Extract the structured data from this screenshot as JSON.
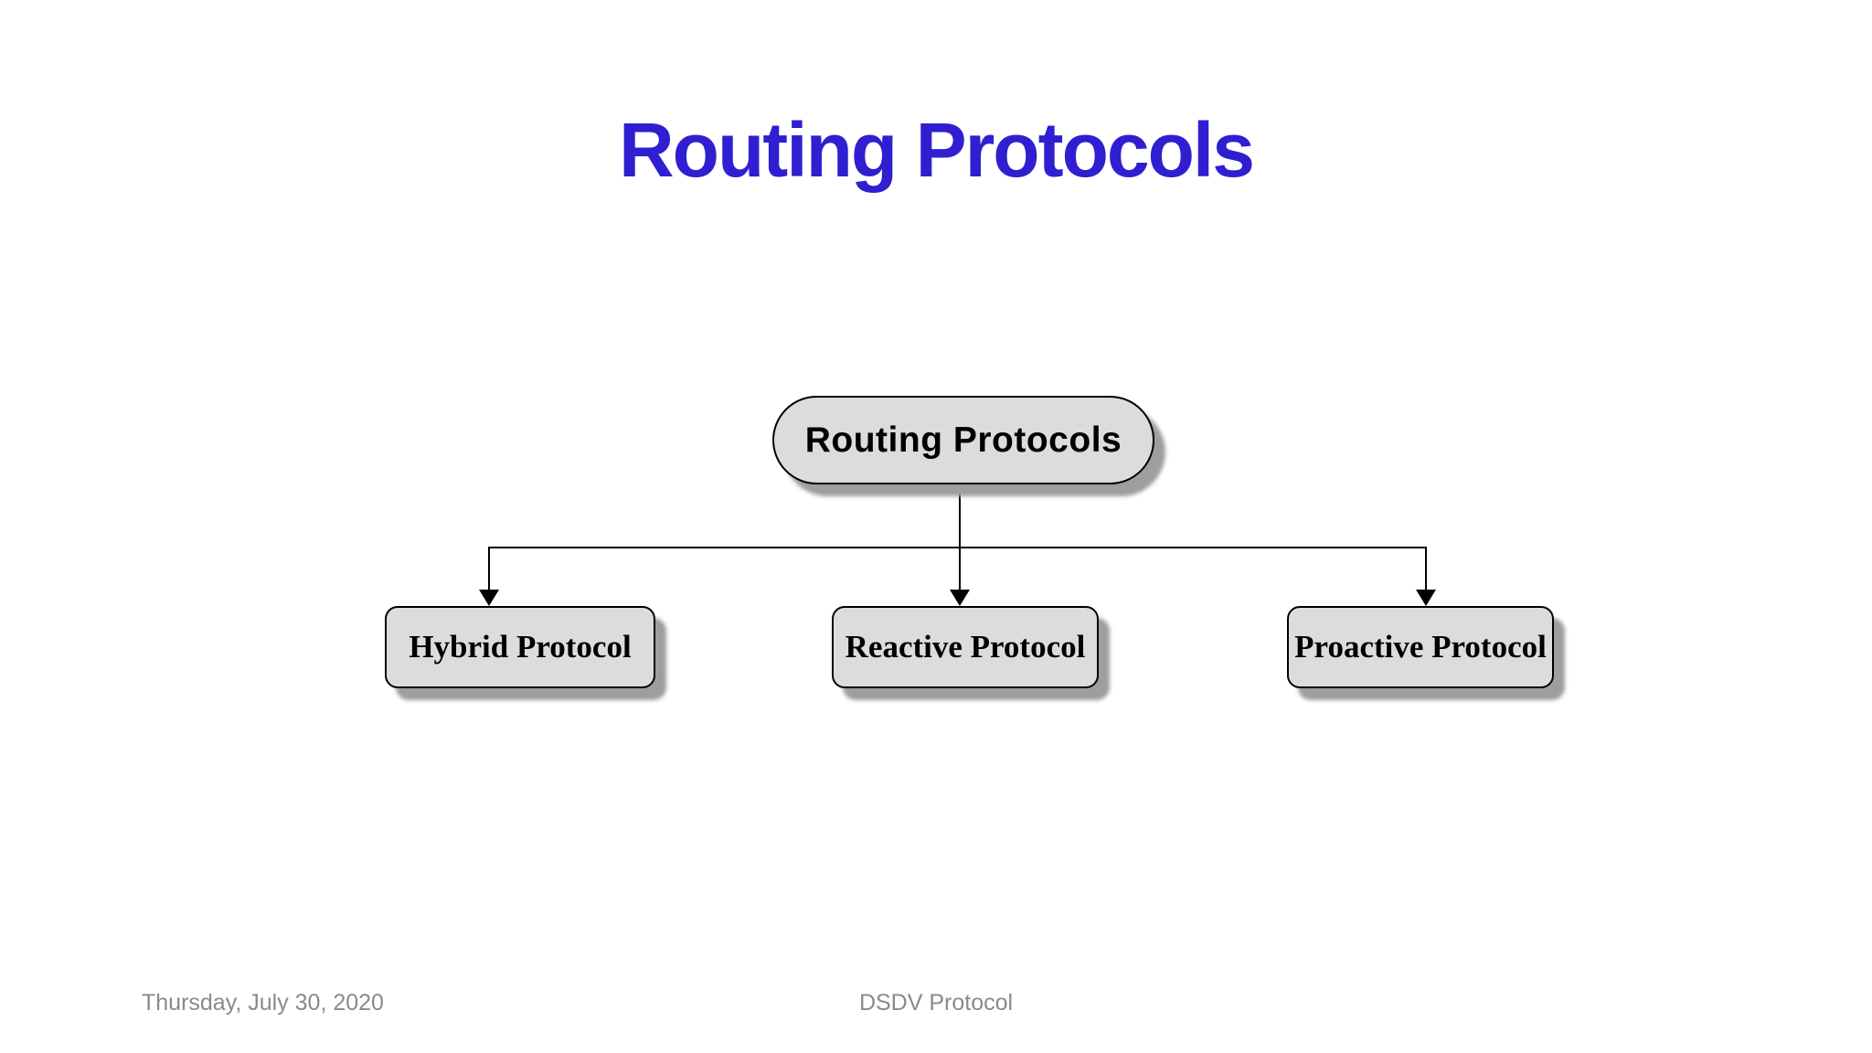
{
  "slide": {
    "title": "Routing Protocols",
    "footer": {
      "date": "Thursday, July 30, 2020",
      "center": "DSDV Protocol"
    }
  },
  "diagram": {
    "root": {
      "label": "Routing Protocols",
      "shape": "stadium"
    },
    "children": [
      {
        "label": "Hybrid Protocol"
      },
      {
        "label": "Reactive Protocol"
      },
      {
        "label": "Proactive Protocol"
      }
    ]
  },
  "colors": {
    "background": "#ffffff",
    "title-color": "#2f1fd1",
    "node-fill": "#dcdcdc",
    "node-border": "#000000",
    "line-color": "#000000",
    "shadow-color": "#9e9e9e",
    "footer-color": "#8a8a8a"
  }
}
